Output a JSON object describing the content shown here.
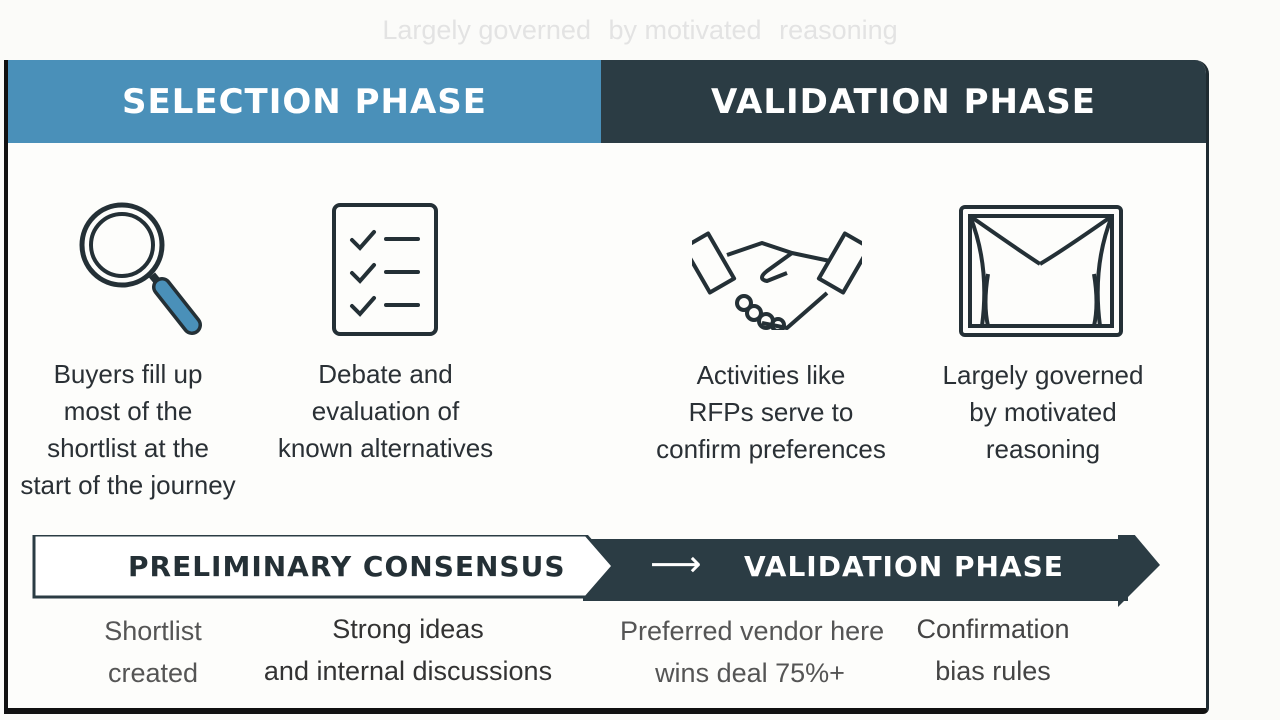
{
  "header": {
    "left": "SELECTION PHASE",
    "right": "VALIDATION PHASE"
  },
  "columns": [
    {
      "icon": "magnifying-glass-icon",
      "lines": [
        "Buyers fill up",
        "most of the",
        "shortlist at the",
        "start of the journey"
      ]
    },
    {
      "icon": "checklist-icon",
      "lines": [
        "Debate and",
        "evaluation of",
        "known alternatives"
      ]
    },
    {
      "icon": "handshake-icon",
      "lines": [
        "Activities like",
        "RFPs serve to",
        "confirm preferences"
      ]
    },
    {
      "icon": "theater-curtain-icon",
      "lines": [
        "Largely governed",
        "by motivated",
        "reasoning"
      ]
    }
  ],
  "band": {
    "left": "PRELIMINARY CONSENSUS",
    "arrow": "⟶",
    "right": "VALIDATION PHASE"
  },
  "bottom": [
    {
      "lines": [
        "Shortlist",
        "created"
      ]
    },
    {
      "lines": [
        "Strong ideas",
        "and internal discussions"
      ]
    },
    {
      "lines": [
        "Preferred vendor here",
        "wins deal 75%+"
      ]
    },
    {
      "lines": [
        "Confirmation",
        "bias rules"
      ]
    }
  ],
  "ghost": {
    "lines": [
      "Largely governed",
      "by motivated",
      "reasoning"
    ]
  },
  "colors": {
    "selection": "#4a90b9",
    "validation": "#2b3c44"
  }
}
